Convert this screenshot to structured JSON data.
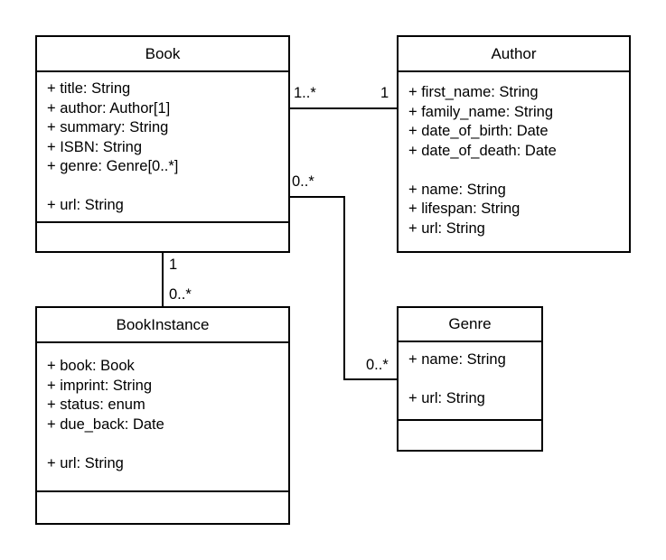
{
  "classes": {
    "book": {
      "name": "Book",
      "attributes": [
        "+ title: String",
        "+ author: Author[1]",
        "+ summary: String",
        "+ ISBN: String",
        "+ genre: Genre[0..*]"
      ],
      "extra": [
        "+ url: String"
      ]
    },
    "author": {
      "name": "Author",
      "attributes": [
        "+ first_name: String",
        "+ family_name: String",
        "+ date_of_birth: Date",
        "+ date_of_death: Date"
      ],
      "extra": [
        "+ name: String",
        "+ lifespan: String",
        "+ url: String"
      ]
    },
    "bookinstance": {
      "name": "BookInstance",
      "attributes": [
        "+ book: Book",
        "+ imprint: String",
        "+ status: enum",
        "+ due_back: Date"
      ],
      "extra": [
        "+ url: String"
      ]
    },
    "genre": {
      "name": "Genre",
      "attributes": [
        "+ name: String"
      ],
      "extra": [
        "+ url: String"
      ]
    }
  },
  "multiplicities": {
    "book_author_book_end": "1..*",
    "book_author_author_end": "1",
    "book_instance_book_end": "1",
    "book_instance_instance_end": "0..*",
    "book_genre_book_end": "0..*",
    "book_genre_genre_end": "0..*"
  }
}
